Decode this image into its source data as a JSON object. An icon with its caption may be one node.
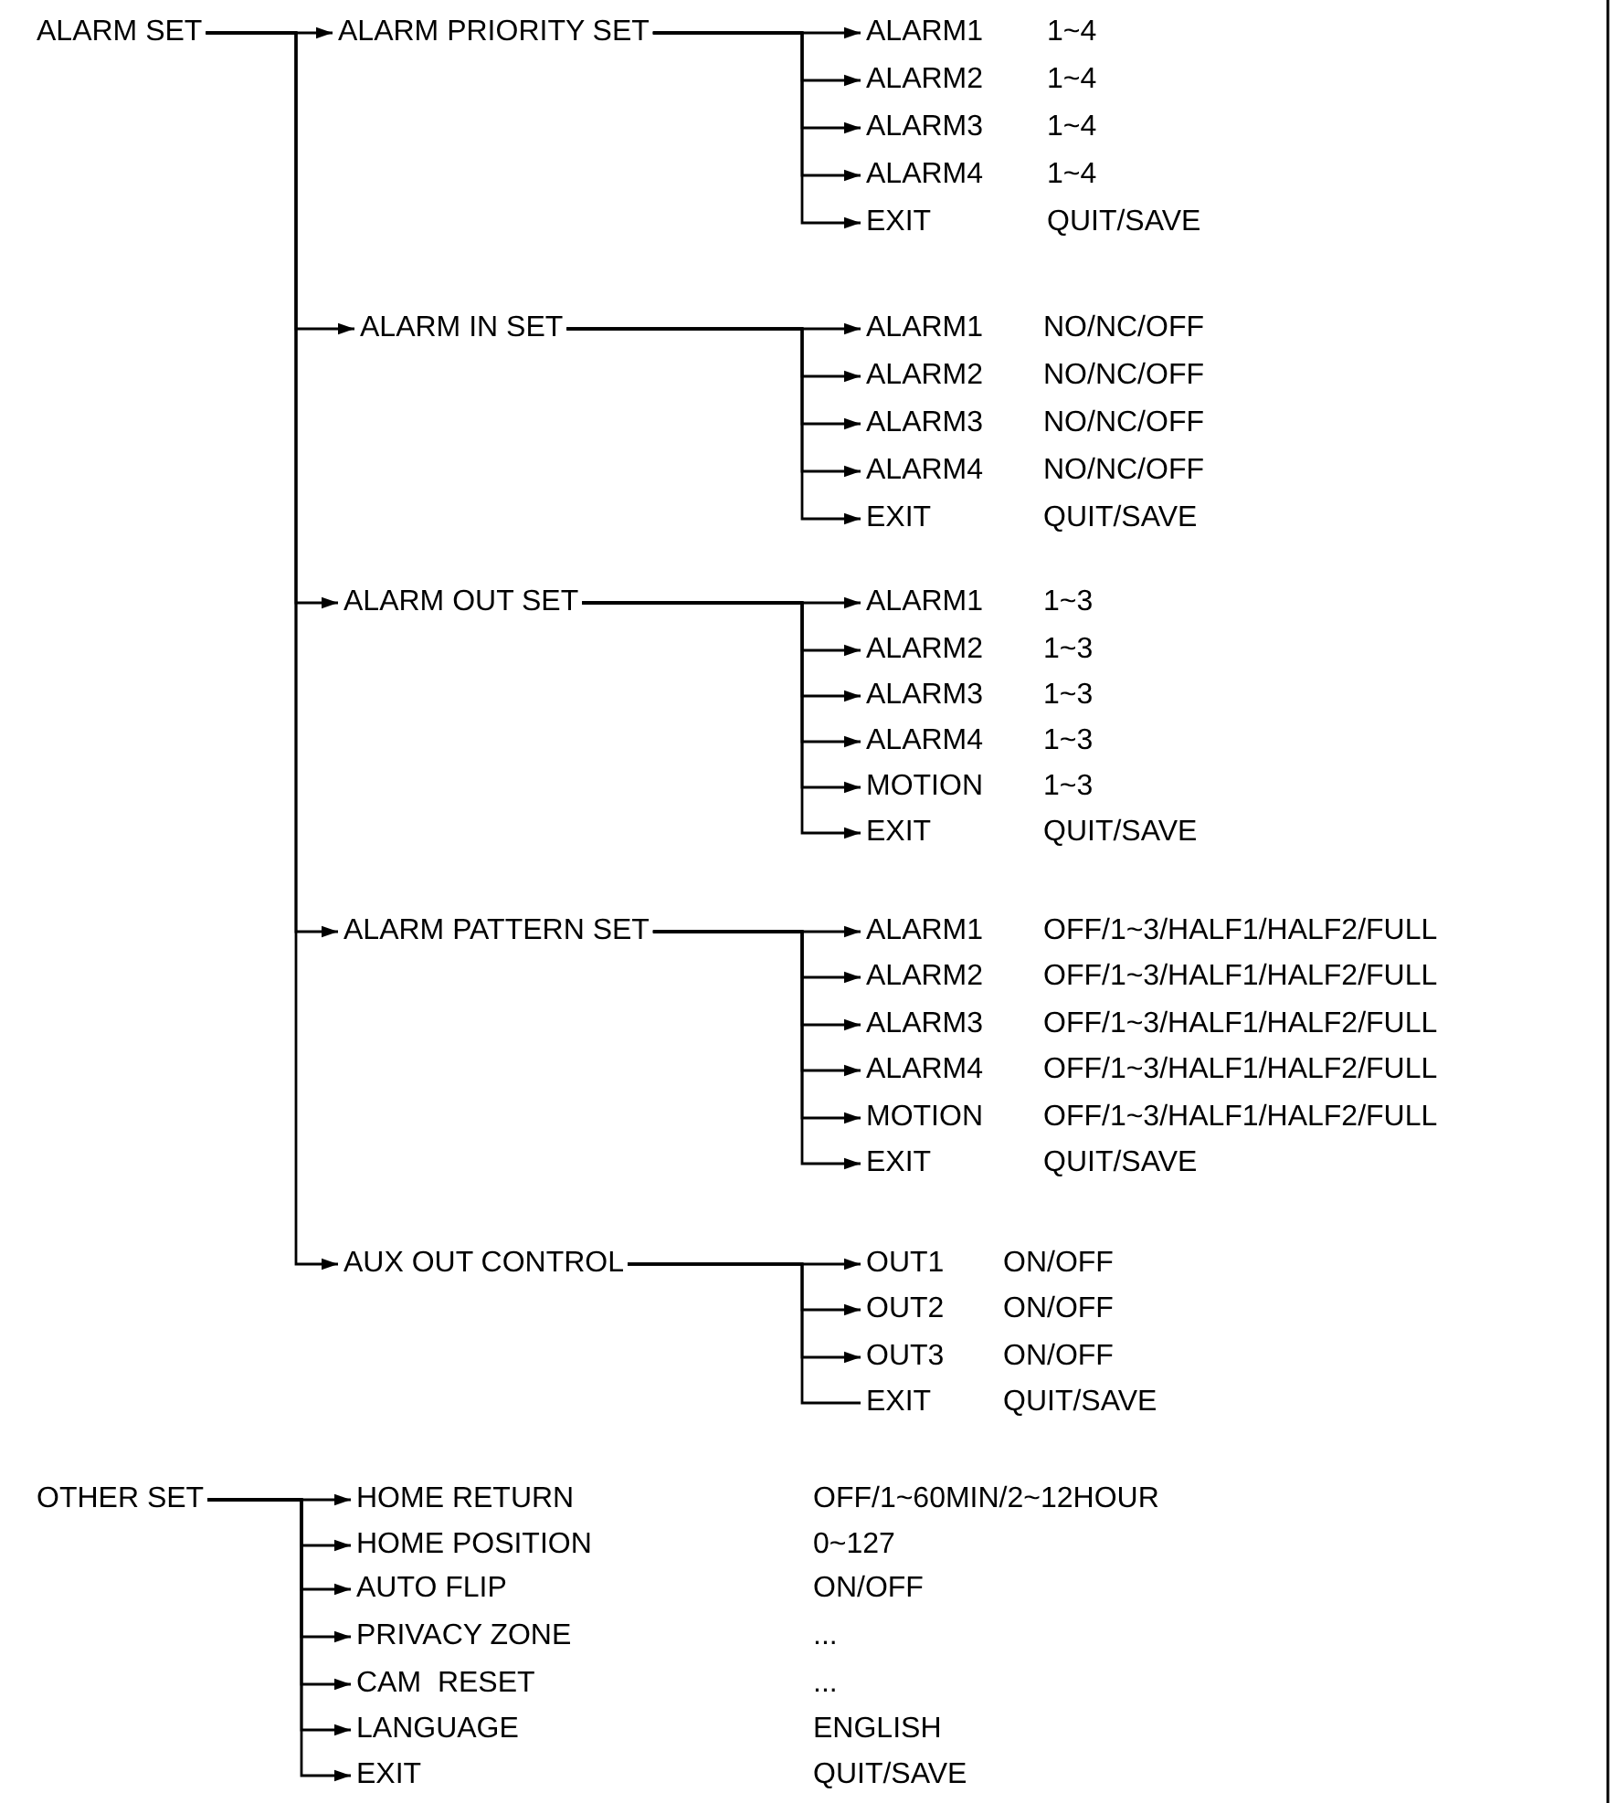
{
  "diagram": {
    "nodes": [
      {
        "text": [
          "ALARM SET"
        ]
      },
      {
        "text": [
          "ALARM PRIORITY SET"
        ]
      },
      {
        "text": [
          "ALARM1",
          "1~4"
        ]
      },
      {
        "text": [
          "ALARM2",
          "1~4"
        ]
      },
      {
        "text": [
          "ALARM3",
          "1~4"
        ]
      },
      {
        "text": [
          "ALARM4",
          "1~4"
        ]
      },
      {
        "text": [
          "EXIT",
          "QUIT/SAVE"
        ]
      },
      {
        "text": [
          "ALARM IN SET"
        ]
      },
      {
        "text": [
          "ALARM1",
          "NO/NC/OFF"
        ]
      },
      {
        "text": [
          "ALARM2",
          "NO/NC/OFF"
        ]
      },
      {
        "text": [
          "ALARM3",
          "NO/NC/OFF"
        ]
      },
      {
        "text": [
          "ALARM4",
          "NO/NC/OFF"
        ]
      },
      {
        "text": [
          "EXIT",
          "QUIT/SAVE"
        ]
      },
      {
        "text": [
          "ALARM OUT SET"
        ]
      },
      {
        "text": [
          "ALARM1",
          "1~3"
        ]
      },
      {
        "text": [
          "ALARM2",
          "1~3"
        ]
      },
      {
        "text": [
          "ALARM3",
          "1~3"
        ]
      },
      {
        "text": [
          "ALARM4",
          "1~3"
        ]
      },
      {
        "text": [
          "MOTION",
          "1~3"
        ]
      },
      {
        "text": [
          "EXIT",
          "QUIT/SAVE"
        ]
      },
      {
        "text": [
          "ALARM PATTERN SET"
        ]
      },
      {
        "text": [
          "ALARM1",
          "OFF/1~3/HALF1/HALF2/FULL"
        ]
      },
      {
        "text": [
          "ALARM2",
          "OFF/1~3/HALF1/HALF2/FULL"
        ]
      },
      {
        "text": [
          "ALARM3",
          "OFF/1~3/HALF1/HALF2/FULL"
        ]
      },
      {
        "text": [
          "ALARM4",
          "OFF/1~3/HALF1/HALF2/FULL"
        ]
      },
      {
        "text": [
          "MOTION",
          "OFF/1~3/HALF1/HALF2/FULL"
        ]
      },
      {
        "text": [
          "EXIT",
          "QUIT/SAVE"
        ]
      },
      {
        "text": [
          "AUX OUT CONTROL"
        ]
      },
      {
        "text": [
          "OUT1",
          "ON/OFF"
        ]
      },
      {
        "text": [
          "OUT2",
          "ON/OFF"
        ]
      },
      {
        "text": [
          "OUT3",
          "ON/OFF"
        ]
      },
      {
        "text": [
          "EXIT",
          "QUIT/SAVE"
        ]
      },
      {
        "text": [
          "OTHER SET"
        ]
      },
      {
        "text": [
          "HOME RETURN",
          "OFF/1~60MIN/2~12HOUR"
        ]
      },
      {
        "text": [
          "HOME POSITION",
          "0~127"
        ]
      },
      {
        "text": [
          "AUTO FLIP",
          "ON/OFF"
        ]
      },
      {
        "text": [
          "PRIVACY ZONE",
          "..."
        ]
      },
      {
        "text": [
          "CAM  RESET",
          "..."
        ]
      },
      {
        "text": [
          "LANGUAGE",
          "ENGLISH"
        ]
      },
      {
        "text": [
          "EXIT",
          "QUIT/SAVE"
        ]
      }
    ],
    "edges": [
      {
        "from": 0,
        "to": 1,
        "arrow": "to"
      },
      {
        "from": 0,
        "to": 7,
        "arrow": "to"
      },
      {
        "from": 0,
        "to": 13,
        "arrow": "to"
      },
      {
        "from": 0,
        "to": 20,
        "arrow": "to"
      },
      {
        "from": 0,
        "to": 27,
        "arrow": "to"
      },
      {
        "from": 1,
        "to": 2,
        "arrow": "to"
      },
      {
        "from": 1,
        "to": 3,
        "arrow": "to"
      },
      {
        "from": 1,
        "to": 4,
        "arrow": "to"
      },
      {
        "from": 1,
        "to": 5,
        "arrow": "to"
      },
      {
        "from": 1,
        "to": 6,
        "arrow": "to"
      },
      {
        "from": 7,
        "to": 8,
        "arrow": "to"
      },
      {
        "from": 7,
        "to": 9,
        "arrow": "to"
      },
      {
        "from": 7,
        "to": 10,
        "arrow": "to"
      },
      {
        "from": 7,
        "to": 11,
        "arrow": "to"
      },
      {
        "from": 7,
        "to": 12,
        "arrow": "to"
      },
      {
        "from": 13,
        "to": 14,
        "arrow": "to"
      },
      {
        "from": 13,
        "to": 15,
        "arrow": "to"
      },
      {
        "from": 13,
        "to": 16,
        "arrow": "to"
      },
      {
        "from": 13,
        "to": 17,
        "arrow": "to"
      },
      {
        "from": 13,
        "to": 18,
        "arrow": "to"
      },
      {
        "from": 13,
        "to": 19,
        "arrow": "to"
      },
      {
        "from": 20,
        "to": 21,
        "arrow": "to"
      },
      {
        "from": 20,
        "to": 22,
        "arrow": "to"
      },
      {
        "from": 20,
        "to": 23,
        "arrow": "to"
      },
      {
        "from": 20,
        "to": 24,
        "arrow": "to"
      },
      {
        "from": 20,
        "to": 25,
        "arrow": "to"
      },
      {
        "from": 20,
        "to": 26,
        "arrow": "to"
      },
      {
        "from": 27,
        "to": 28,
        "arrow": "to"
      },
      {
        "from": 27,
        "to": 29,
        "arrow": "to"
      },
      {
        "from": 27,
        "to": 30,
        "arrow": "to"
      },
      {
        "from": 27,
        "to": 31,
        "arrow": "none"
      },
      {
        "from": 32,
        "to": 33,
        "arrow": "to"
      },
      {
        "from": 32,
        "to": 34,
        "arrow": "to"
      },
      {
        "from": 32,
        "to": 35,
        "arrow": "to"
      },
      {
        "from": 32,
        "to": 36,
        "arrow": "to"
      },
      {
        "from": 32,
        "to": 37,
        "arrow": "to"
      },
      {
        "from": 32,
        "to": 38,
        "arrow": "to"
      },
      {
        "from": 32,
        "to": 39,
        "arrow": "to"
      }
    ]
  }
}
